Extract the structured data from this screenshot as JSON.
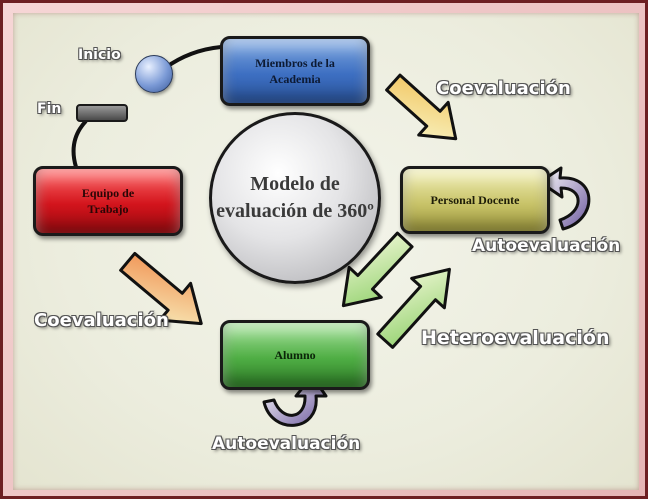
{
  "nodes": {
    "miembros": "Miembros de la Academia",
    "equipo": "Equipo de Trabajo",
    "personal": "Personal Docente",
    "alumno": "Alumno",
    "center": "Modelo de evaluación de 360º"
  },
  "labels": {
    "inicio": "Inicio",
    "fin": "Fin",
    "coevaluacion_top": "Coevaluación",
    "autoevaluacion_right": "Autoevaluación",
    "coevaluacion_left": "Coevaluación",
    "heteroevaluacion": "Heteroevaluación",
    "autoevaluacion_bottom": "Autoevaluación"
  },
  "colors": {
    "miembros": "#3d6fc2",
    "equipo": "#d3141c",
    "personal": "#c9c46a",
    "alumno": "#4fae44"
  }
}
